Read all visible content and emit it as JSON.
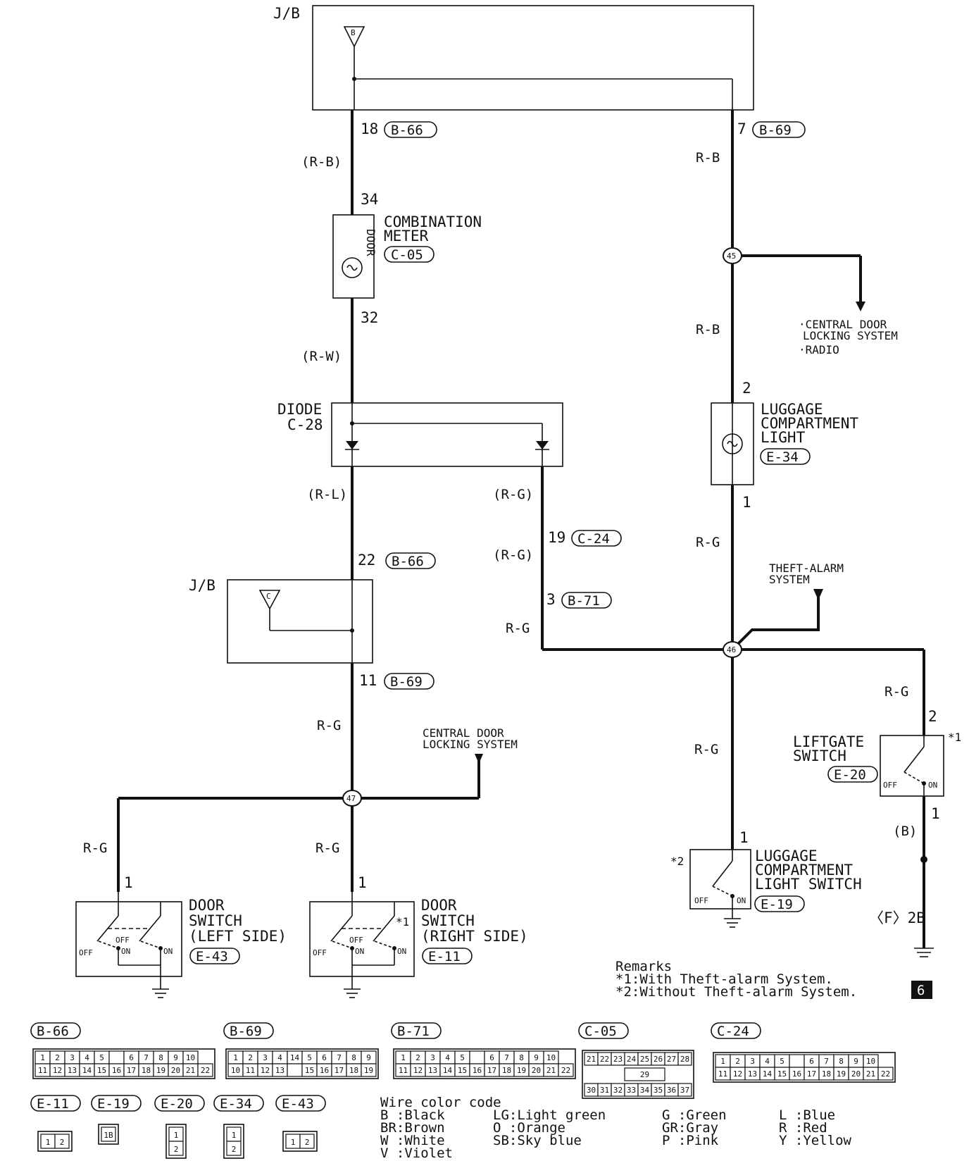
{
  "jb_top": {
    "label": "J/B",
    "terminal": "B",
    "left_pin": "18",
    "left_conn": "B-66",
    "right_pin": "7",
    "right_conn": "B-69"
  },
  "wires": {
    "rb_paren": "(R-B)",
    "rw_paren": "(R-W)",
    "rl_paren": "(R-L)",
    "rg_paren": "(R-G)",
    "rb": "R-B",
    "rg": "R-G",
    "b_paren": "(B)"
  },
  "combination_meter": {
    "line1": "COMBINATION",
    "line2": "METER",
    "conn": "C-05",
    "door_text": "DOOR",
    "pin_top": "34",
    "pin_bottom": "32"
  },
  "diode": {
    "line1": "DIODE",
    "line2": "C-28"
  },
  "c24": {
    "pin": "19",
    "conn": "C-24"
  },
  "b71": {
    "pin": "3",
    "conn": "B-71"
  },
  "jb_mid": {
    "label": "J/B",
    "terminal": "C",
    "pin_top": "22",
    "conn_top": "B-66",
    "pin_bottom": "11",
    "conn_bottom": "B-69"
  },
  "junctions": {
    "j45": "45",
    "j46": "46",
    "j47": "47"
  },
  "branch_45": {
    "line1": "·CENTRAL DOOR",
    "line2": "LOCKING SYSTEM",
    "line3": "·RADIO"
  },
  "branch_46": {
    "line1": "THEFT-ALARM",
    "line2": "SYSTEM"
  },
  "branch_47": {
    "line1": "CENTRAL DOOR",
    "line2": "LOCKING SYSTEM"
  },
  "luggage_light": {
    "line1": "LUGGAGE",
    "line2": "COMPARTMENT",
    "line3": "LIGHT",
    "conn": "E-34",
    "pin_top": "2",
    "pin_bottom": "1"
  },
  "liftgate_switch": {
    "line1": "LIFTGATE",
    "line2": "SWITCH",
    "conn": "E-20",
    "pin_top": "2",
    "pin_bottom": "1",
    "mark": "*1",
    "off": "OFF",
    "on": "ON"
  },
  "luggage_switch": {
    "line1": "LUGGAGE",
    "line2": "COMPARTMENT",
    "line3": "LIGHT SWITCH",
    "conn": "E-19",
    "pin": "1",
    "mark": "*2",
    "off": "OFF",
    "on": "ON"
  },
  "ground_ref": "〈F〉2B",
  "door_left": {
    "line1": "DOOR",
    "line2": "SWITCH",
    "line3": "(LEFT SIDE)",
    "conn": "E-43",
    "pin": "1",
    "off": "OFF",
    "on": "ON"
  },
  "door_right": {
    "line1": "DOOR",
    "line2": "SWITCH",
    "line3": "(RIGHT SIDE)",
    "conn": "E-11",
    "pin": "1",
    "mark": "*1",
    "off": "OFF",
    "on": "ON"
  },
  "remarks": {
    "title": "Remarks",
    "r1": "*1:With Theft-alarm System.",
    "r2": "*2:Without Theft-alarm System.",
    "page_badge": "6"
  },
  "connectors": {
    "b66": {
      "name": "B-66",
      "row1": [
        "1",
        "2",
        "3",
        "4",
        "5",
        "",
        "6",
        "7",
        "8",
        "9",
        "10"
      ],
      "row2": [
        "11",
        "12",
        "13",
        "14",
        "15",
        "16",
        "17",
        "18",
        "19",
        "20",
        "21",
        "22"
      ]
    },
    "b69": {
      "name": "B-69",
      "row1": [
        "1",
        "2",
        "3",
        "4",
        "14",
        "5",
        "6",
        "7",
        "8",
        "9"
      ],
      "row2": [
        "10",
        "11",
        "12",
        "13",
        "",
        "15",
        "16",
        "17",
        "18",
        "19"
      ]
    },
    "b71": {
      "name": "B-71",
      "row1": [
        "1",
        "2",
        "3",
        "4",
        "5",
        "",
        "6",
        "7",
        "8",
        "9",
        "10"
      ],
      "row2": [
        "11",
        "12",
        "13",
        "14",
        "15",
        "16",
        "17",
        "18",
        "19",
        "20",
        "21",
        "22"
      ]
    },
    "c05": {
      "name": "C-05",
      "row1": [
        "21",
        "22",
        "23",
        "24",
        "25",
        "26",
        "27",
        "28"
      ],
      "mid": "29",
      "row2": [
        "30",
        "31",
        "32",
        "33",
        "34",
        "35",
        "36",
        "37"
      ]
    },
    "c24": {
      "name": "C-24",
      "row1": [
        "1",
        "2",
        "3",
        "4",
        "5",
        "",
        "6",
        "7",
        "8",
        "9",
        "10"
      ],
      "row2": [
        "11",
        "12",
        "13",
        "14",
        "15",
        "16",
        "17",
        "18",
        "19",
        "20",
        "21",
        "22"
      ]
    },
    "e11": {
      "name": "E-11",
      "pins": [
        "1",
        "2"
      ]
    },
    "e19": {
      "name": "E-19",
      "pins": [
        "1B"
      ]
    },
    "e20": {
      "name": "E-20",
      "pins": [
        "1",
        "2"
      ]
    },
    "e34": {
      "name": "E-34",
      "pins": [
        "1",
        "2"
      ]
    },
    "e43": {
      "name": "E-43",
      "pins": [
        "1",
        "2"
      ]
    }
  },
  "wire_color_code": {
    "title": "Wire color code",
    "col1": [
      "B :Black",
      "BR:Brown",
      "W :White",
      "V :Violet"
    ],
    "col2": [
      "LG:Light green",
      "O :Orange",
      "SB:Sky blue"
    ],
    "col3": [
      "G :Green",
      "GR:Gray",
      "P :Pink"
    ],
    "col4": [
      "L :Blue",
      "R :Red",
      "Y :Yellow"
    ]
  }
}
